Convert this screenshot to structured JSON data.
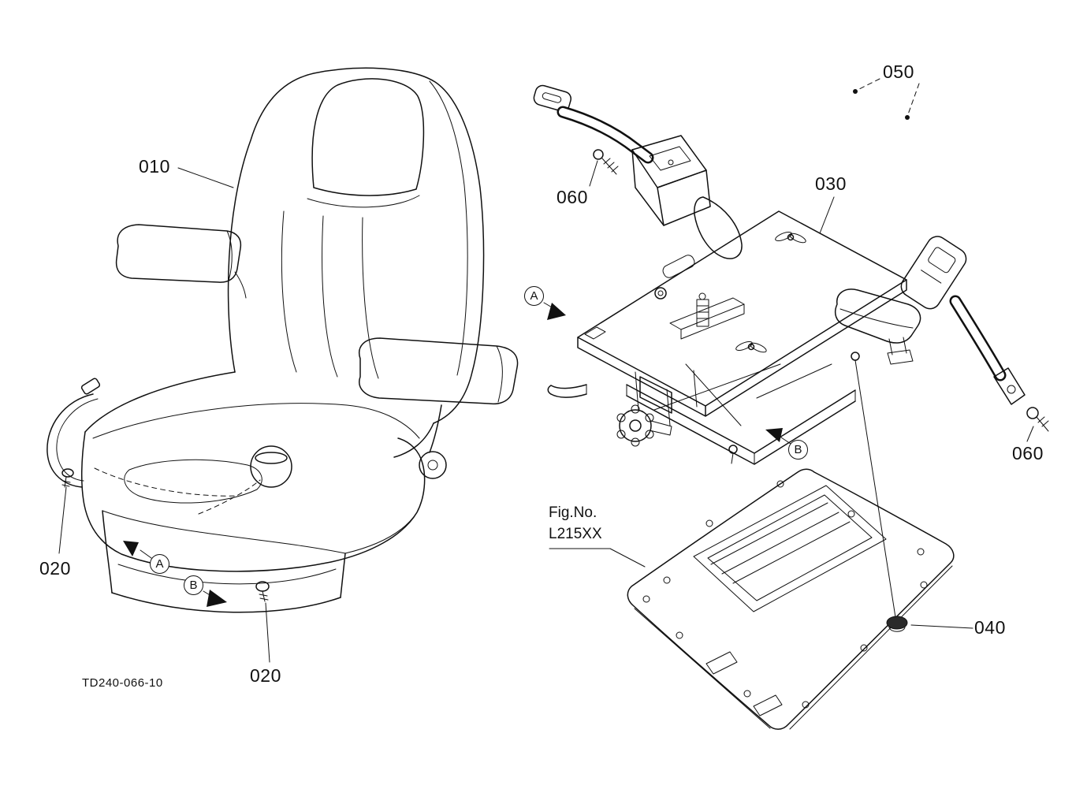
{
  "page": {
    "background": "#ffffff",
    "line_color": "#111111",
    "drawing_number": "TD240-066-10"
  },
  "figure_ref": {
    "label": "Fig.No.",
    "value": "L215XX"
  },
  "callouts": {
    "seat": "010",
    "bolt_left": "020",
    "bolt_front": "020",
    "suspension_plate": "030",
    "grommet": "040",
    "seat_belt": "050",
    "belt_bolt_upper": "060",
    "belt_bolt_lower": "060"
  },
  "markers": {
    "seat_a": "A",
    "seat_b": "B",
    "plate_a": "A",
    "plate_b": "B"
  }
}
